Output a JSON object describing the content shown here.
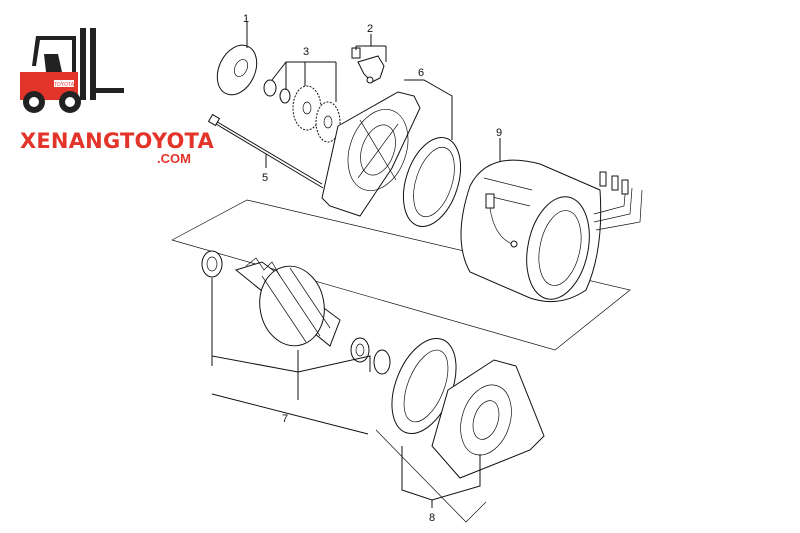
{
  "logo": {
    "brand_name": "XENANGTOYOTA",
    "brand_domain": ".COM",
    "badge_text": "TOYOTA",
    "colors": {
      "brand": "#e3342a",
      "dark": "#222222"
    },
    "icon": "forklift-icon"
  },
  "callouts": {
    "c1": "1",
    "c2": "2",
    "c3": "3",
    "c4": "5",
    "c5": "6",
    "c6": "7",
    "c7": "8",
    "c8": "9"
  }
}
